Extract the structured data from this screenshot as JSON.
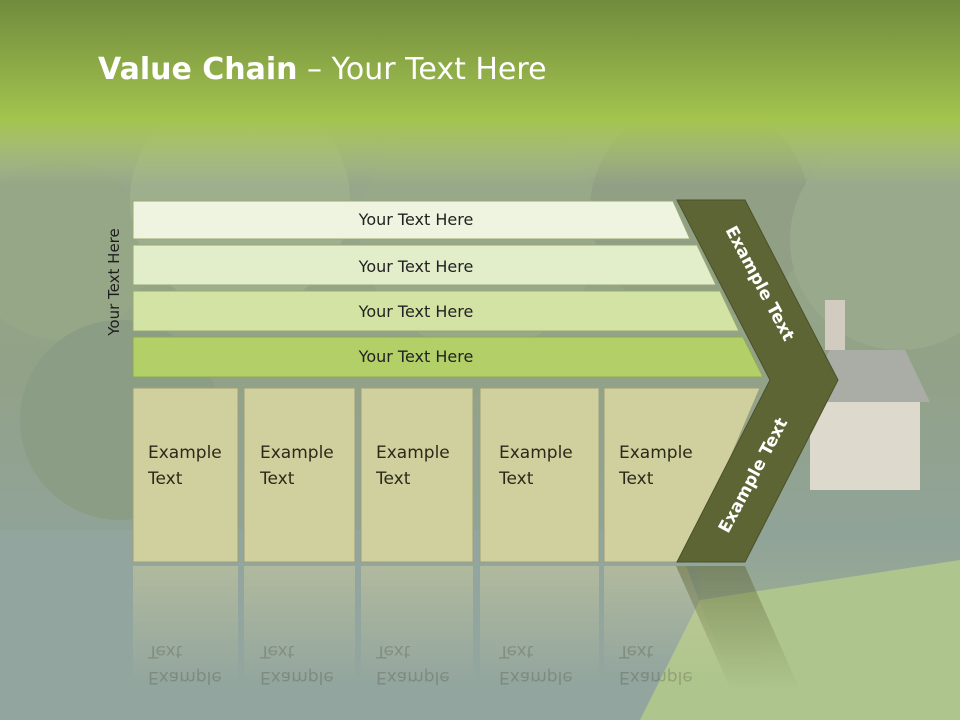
{
  "title": {
    "bold": "Value Chain",
    "rest": " – Your Text Here"
  },
  "side_label": "Your Text Here",
  "rows": [
    {
      "label": "Your Text Here",
      "color": "#eef4e0"
    },
    {
      "label": "Your Text Here",
      "color": "#e2edca"
    },
    {
      "label": "Your Text Here",
      "color": "#d3e3a4"
    },
    {
      "label": "Your Text Here",
      "color": "#b2cf68"
    }
  ],
  "columns": [
    {
      "line1": "Example",
      "line2": "Text"
    },
    {
      "line1": "Example",
      "line2": "Text"
    },
    {
      "line1": "Example",
      "line2": "Text"
    },
    {
      "line1": "Example",
      "line2": "Text"
    },
    {
      "line1": "Example",
      "line2": "Text"
    }
  ],
  "arrow": {
    "upper_label": "Example Text",
    "lower_label": "Example Text",
    "color": "#5e6534"
  },
  "colors": {
    "column_fill": "#d0cf9e",
    "header_top": "#6f8c3a",
    "header_bottom": "#a7c64f"
  }
}
